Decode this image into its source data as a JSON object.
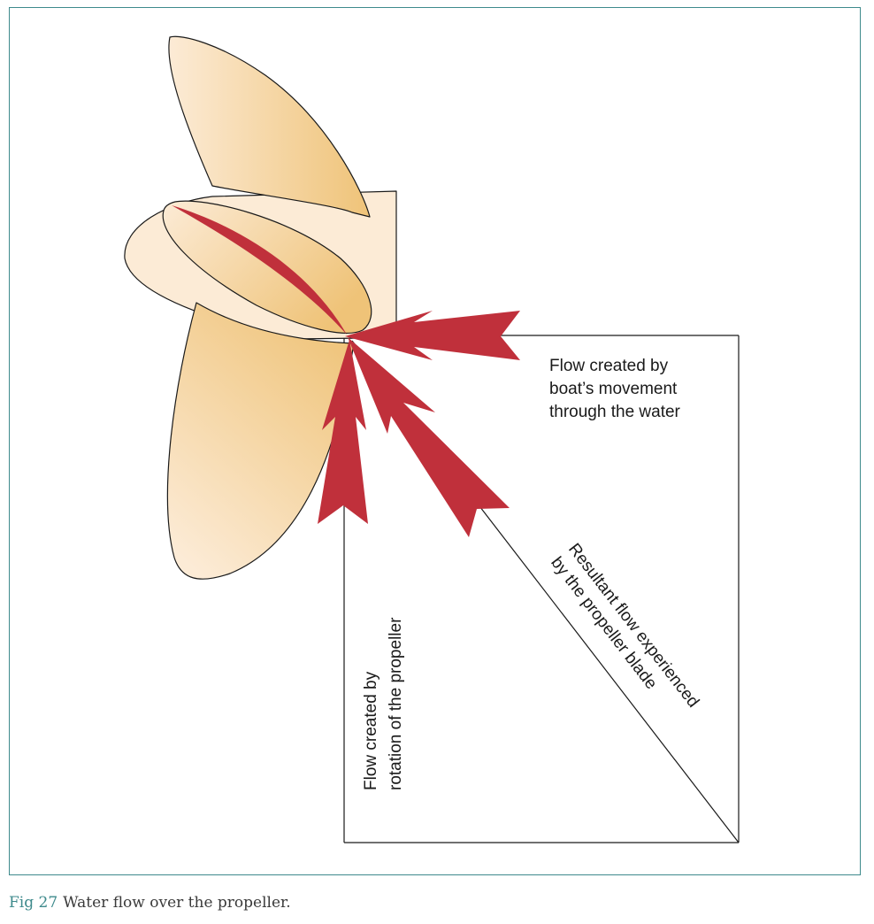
{
  "figure": {
    "labels": {
      "boat_flow": [
        "Flow created by",
        "boat’s movement",
        "through the water"
      ],
      "rotation_flow": [
        "Flow created by",
        "rotation of the propeller"
      ],
      "resultant_flow": [
        "Resultant flow experienced",
        "by the propeller blade"
      ]
    },
    "colors": {
      "frame": "#3e8a8c",
      "arrow": "#c0303b",
      "blade_dark": "#efc378",
      "blade_light": "#fcebd6",
      "hub": "#fcebd6",
      "outline": "#1a1a1a"
    }
  },
  "caption": {
    "number": "Fig 27",
    "text": "Water flow over the propeller."
  }
}
